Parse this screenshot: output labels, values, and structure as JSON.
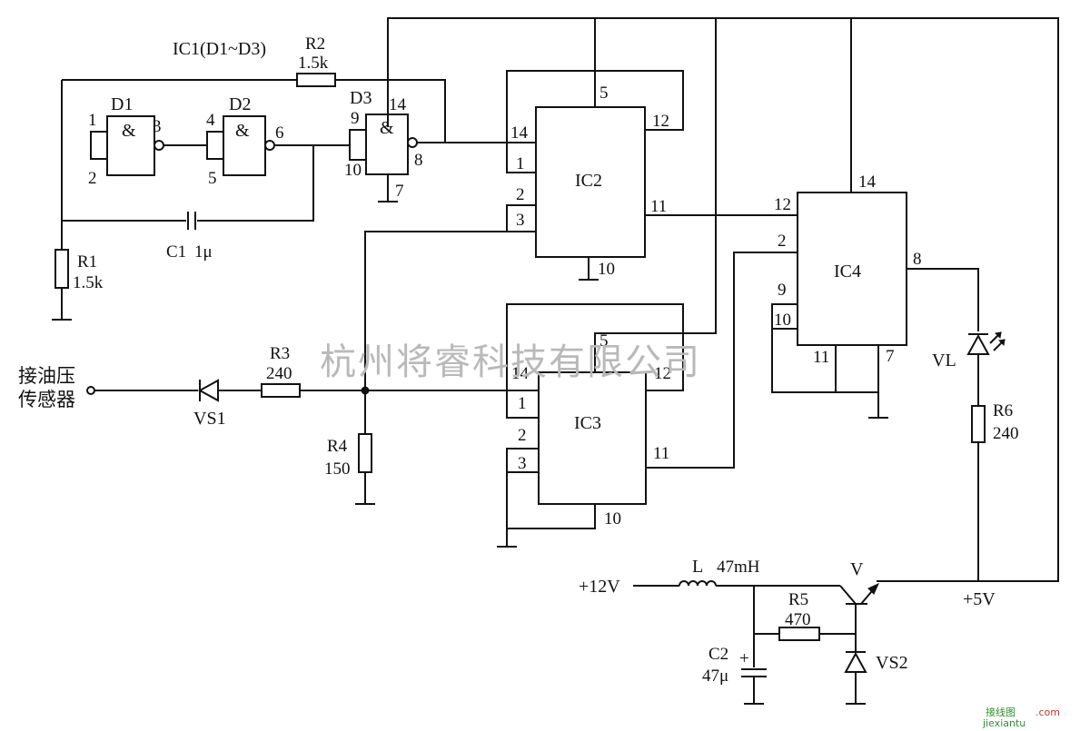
{
  "header": {
    "group_label": "IC1(D1~D3)"
  },
  "gates": {
    "d1": {
      "name": "D1",
      "symbol": "&",
      "pin_in1": "1",
      "pin_in2": "2",
      "pin_out": "3"
    },
    "d2": {
      "name": "D2",
      "symbol": "&",
      "pin_in1": "4",
      "pin_in2": "5",
      "pin_out": "6"
    },
    "d3": {
      "name": "D3",
      "symbol": "&",
      "pin_in1": "9",
      "pin_in2": "10",
      "pin_out": "8",
      "pin_vcc": "14",
      "pin_gnd": "7"
    }
  },
  "ics": {
    "ic2": {
      "name": "IC2",
      "pins": {
        "p5": "5",
        "p12": "12",
        "p14": "14",
        "p1": "1",
        "p2": "2",
        "p3": "3",
        "p11": "11",
        "p10": "10"
      }
    },
    "ic3": {
      "name": "IC3",
      "pins": {
        "p5": "5",
        "p12": "12",
        "p14": "14",
        "p1": "1",
        "p2": "2",
        "p3": "3",
        "p11": "11",
        "p10": "10"
      }
    },
    "ic4": {
      "name": "IC4",
      "pins": {
        "p14": "14",
        "p12": "12",
        "p2": "2",
        "p8": "8",
        "p9": "9",
        "p10": "10",
        "p11": "11",
        "p7": "7"
      }
    }
  },
  "components": {
    "r1": {
      "name": "R1",
      "value": "1.5k"
    },
    "r2": {
      "name": "R2",
      "value": "1.5k"
    },
    "r3": {
      "name": "R3",
      "value": "240"
    },
    "r4": {
      "name": "R4",
      "value": "150"
    },
    "r5": {
      "name": "R5",
      "value": "470"
    },
    "r6": {
      "name": "R6",
      "value": "240"
    },
    "c1": {
      "name": "C1",
      "value": "1μ"
    },
    "c2": {
      "name": "C2",
      "value": "47μ",
      "polarity": "+"
    },
    "l": {
      "name": "L",
      "value": "47mH"
    },
    "vs1": {
      "name": "VS1"
    },
    "vs2": {
      "name": "VS2"
    },
    "vl": {
      "name": "VL"
    },
    "v": {
      "name": "V"
    }
  },
  "sensor": {
    "line1": "接油压",
    "line2": "传感器"
  },
  "power": {
    "in": "+12V",
    "out": "+5V"
  },
  "watermark": "杭州将睿科技有限公司",
  "corner_logo": {
    "brand": "接线图",
    "site": "jiexiantu",
    "mark": ".com"
  }
}
